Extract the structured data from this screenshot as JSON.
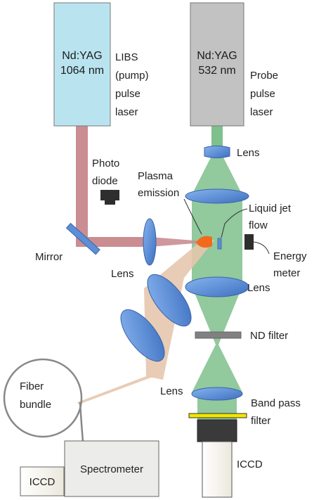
{
  "lasers": {
    "pump": {
      "box_line1": "Nd:YAG",
      "box_line2": "1064 nm",
      "side": [
        "LIBS",
        "(pump)",
        "pulse",
        "laser"
      ],
      "color": "#b9e4ef"
    },
    "probe": {
      "box_line1": "Nd:YAG",
      "box_line2": "532 nm",
      "side": [
        "Probe",
        "pulse",
        "laser"
      ],
      "color": "#c2c2c2"
    }
  },
  "labels": {
    "lens_top": "Lens",
    "photo_diode": [
      "Photo",
      "diode"
    ],
    "plasma_emission": [
      "Plasma",
      "emission"
    ],
    "liquid_jet": [
      "Liquid jet",
      "flow"
    ],
    "mirror": "Mirror",
    "lens_pump": "Lens",
    "energy_meter": [
      "Energy",
      "meter"
    ],
    "lens_collimate": "Lens",
    "nd_filter": "ND filter",
    "fiber_bundle": [
      "Fiber",
      "bundle"
    ],
    "lens_bottom": "Lens",
    "band_pass": [
      "Band pass",
      "filter"
    ],
    "iccd_camera": "ICCD",
    "spectrometer": "Spectrometer",
    "iccd_spectrometer": "ICCD"
  },
  "colors": {
    "pump_beam": "#c98d92",
    "probe_beam": "#7fc08c",
    "lens": "#5b8fd6",
    "plasma": "#f26a1b",
    "emission_cone": "#e6c6ad",
    "filter": "#808080",
    "band_pass": "#f2e600"
  }
}
